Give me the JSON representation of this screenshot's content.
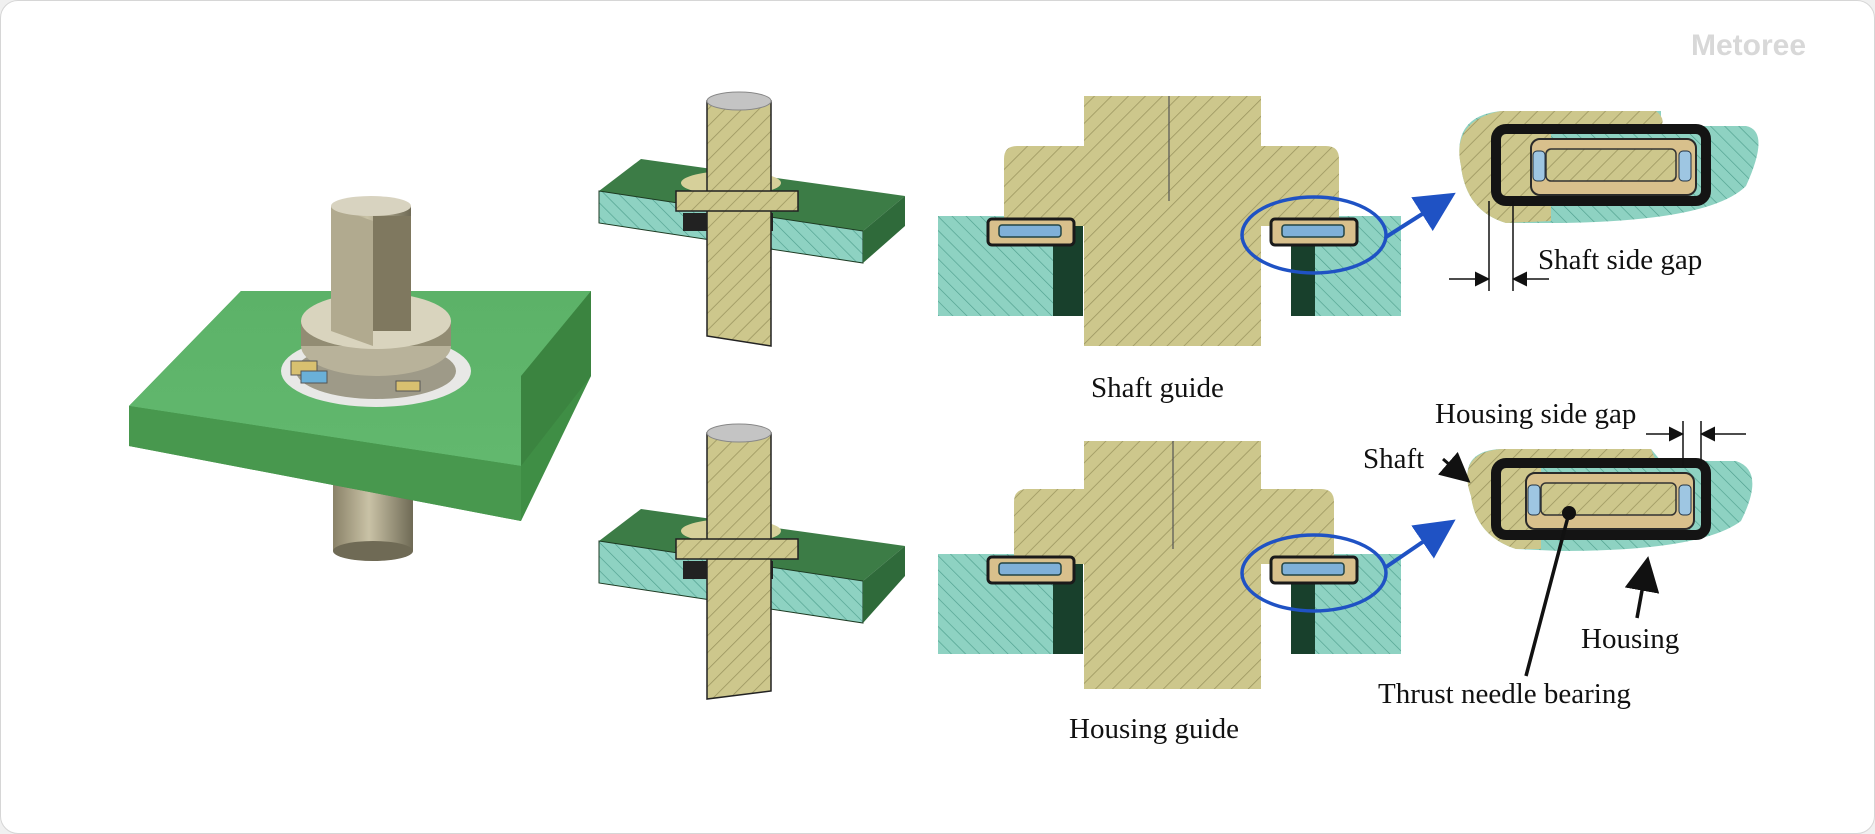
{
  "watermark": "Metoree",
  "labels": {
    "shaft_guide": "Shaft guide",
    "housing_guide": "Housing guide",
    "shaft_side_gap": "Shaft side gap",
    "housing_side_gap": "Housing side gap",
    "shaft": "Shaft",
    "housing": "Housing",
    "thrust_needle_bearing": "Thrust needle bearing"
  },
  "colors": {
    "shaft": "#c9c386",
    "housing": "#7dcbb9",
    "plate_3d": "#4a9a50",
    "bearing_race": "#d8c08c",
    "callout": "#1f52c4"
  }
}
